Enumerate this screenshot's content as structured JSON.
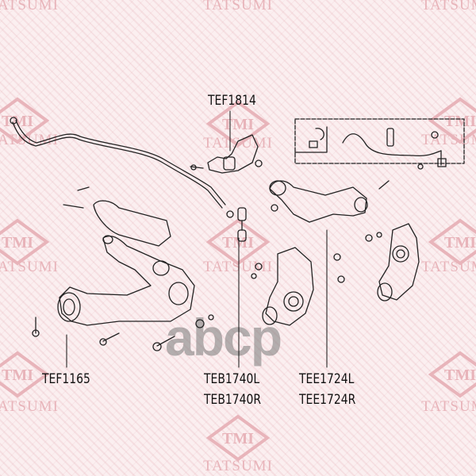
{
  "watermarks": {
    "brand_text": "TATSUMI",
    "logo_text": "TMI",
    "overlay_logo": "abcp",
    "logo_color": "#e8b4ba"
  },
  "labels": {
    "stabilizer_bushing": "TEF1814",
    "lower_arm_bushing": "TEF1165",
    "stabilizer_link_left": "TEB1740L",
    "stabilizer_link_right": "TEB1740R",
    "upper_arm_left": "TEE1724L",
    "upper_arm_right": "TEE1724R"
  }
}
